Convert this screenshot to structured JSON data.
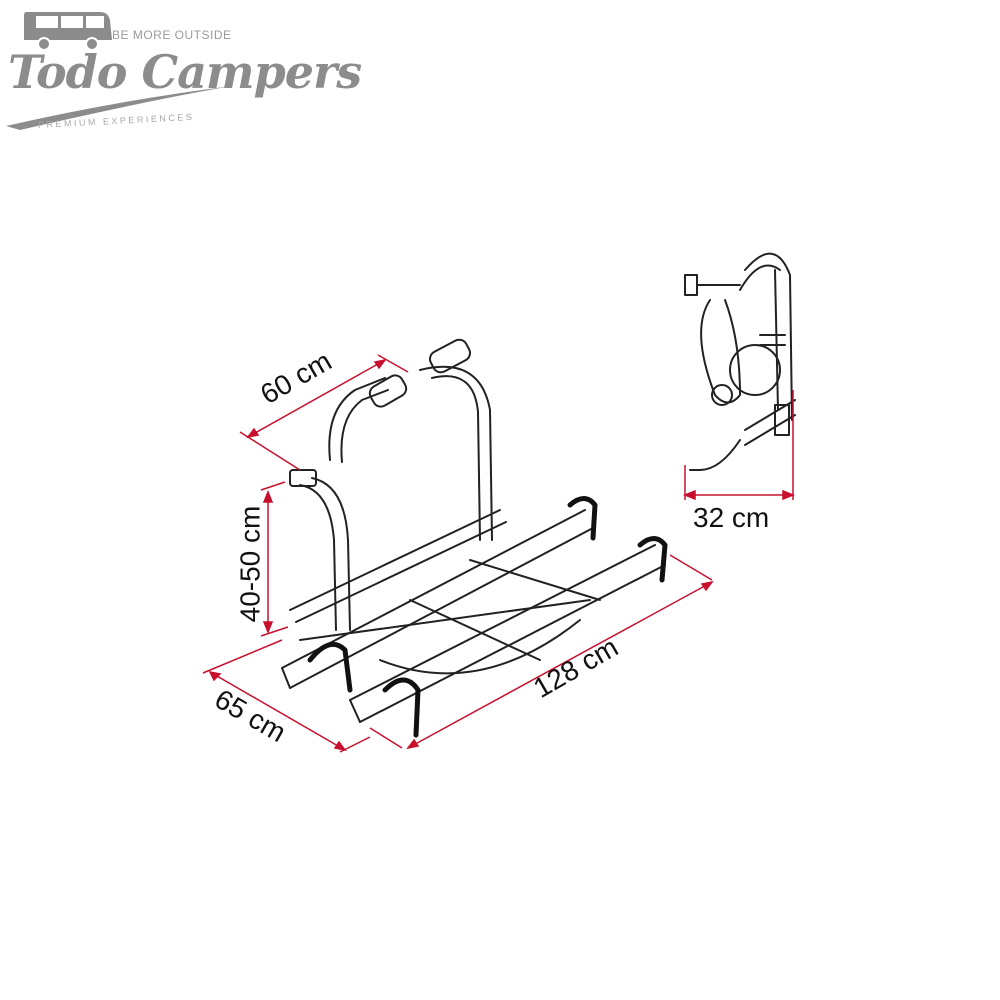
{
  "logo": {
    "brand": "Todo Campers",
    "tagline": "BE MORE OUTSIDE",
    "subtitle": "PREMIUM EXPERIENCES",
    "icon": "camper-van-icon",
    "color": "#8c8c8c"
  },
  "diagram": {
    "subject": "Bike rack carrier dimensions",
    "line_color": "#c8102e",
    "stroke_color": "#222222",
    "dimensions": {
      "top_width": "60 cm",
      "height": "40-50 cm",
      "depth": "65 cm",
      "length": "128 cm",
      "folded_depth": "32 cm"
    },
    "views": [
      "perspective-view",
      "folded-side-view"
    ]
  }
}
